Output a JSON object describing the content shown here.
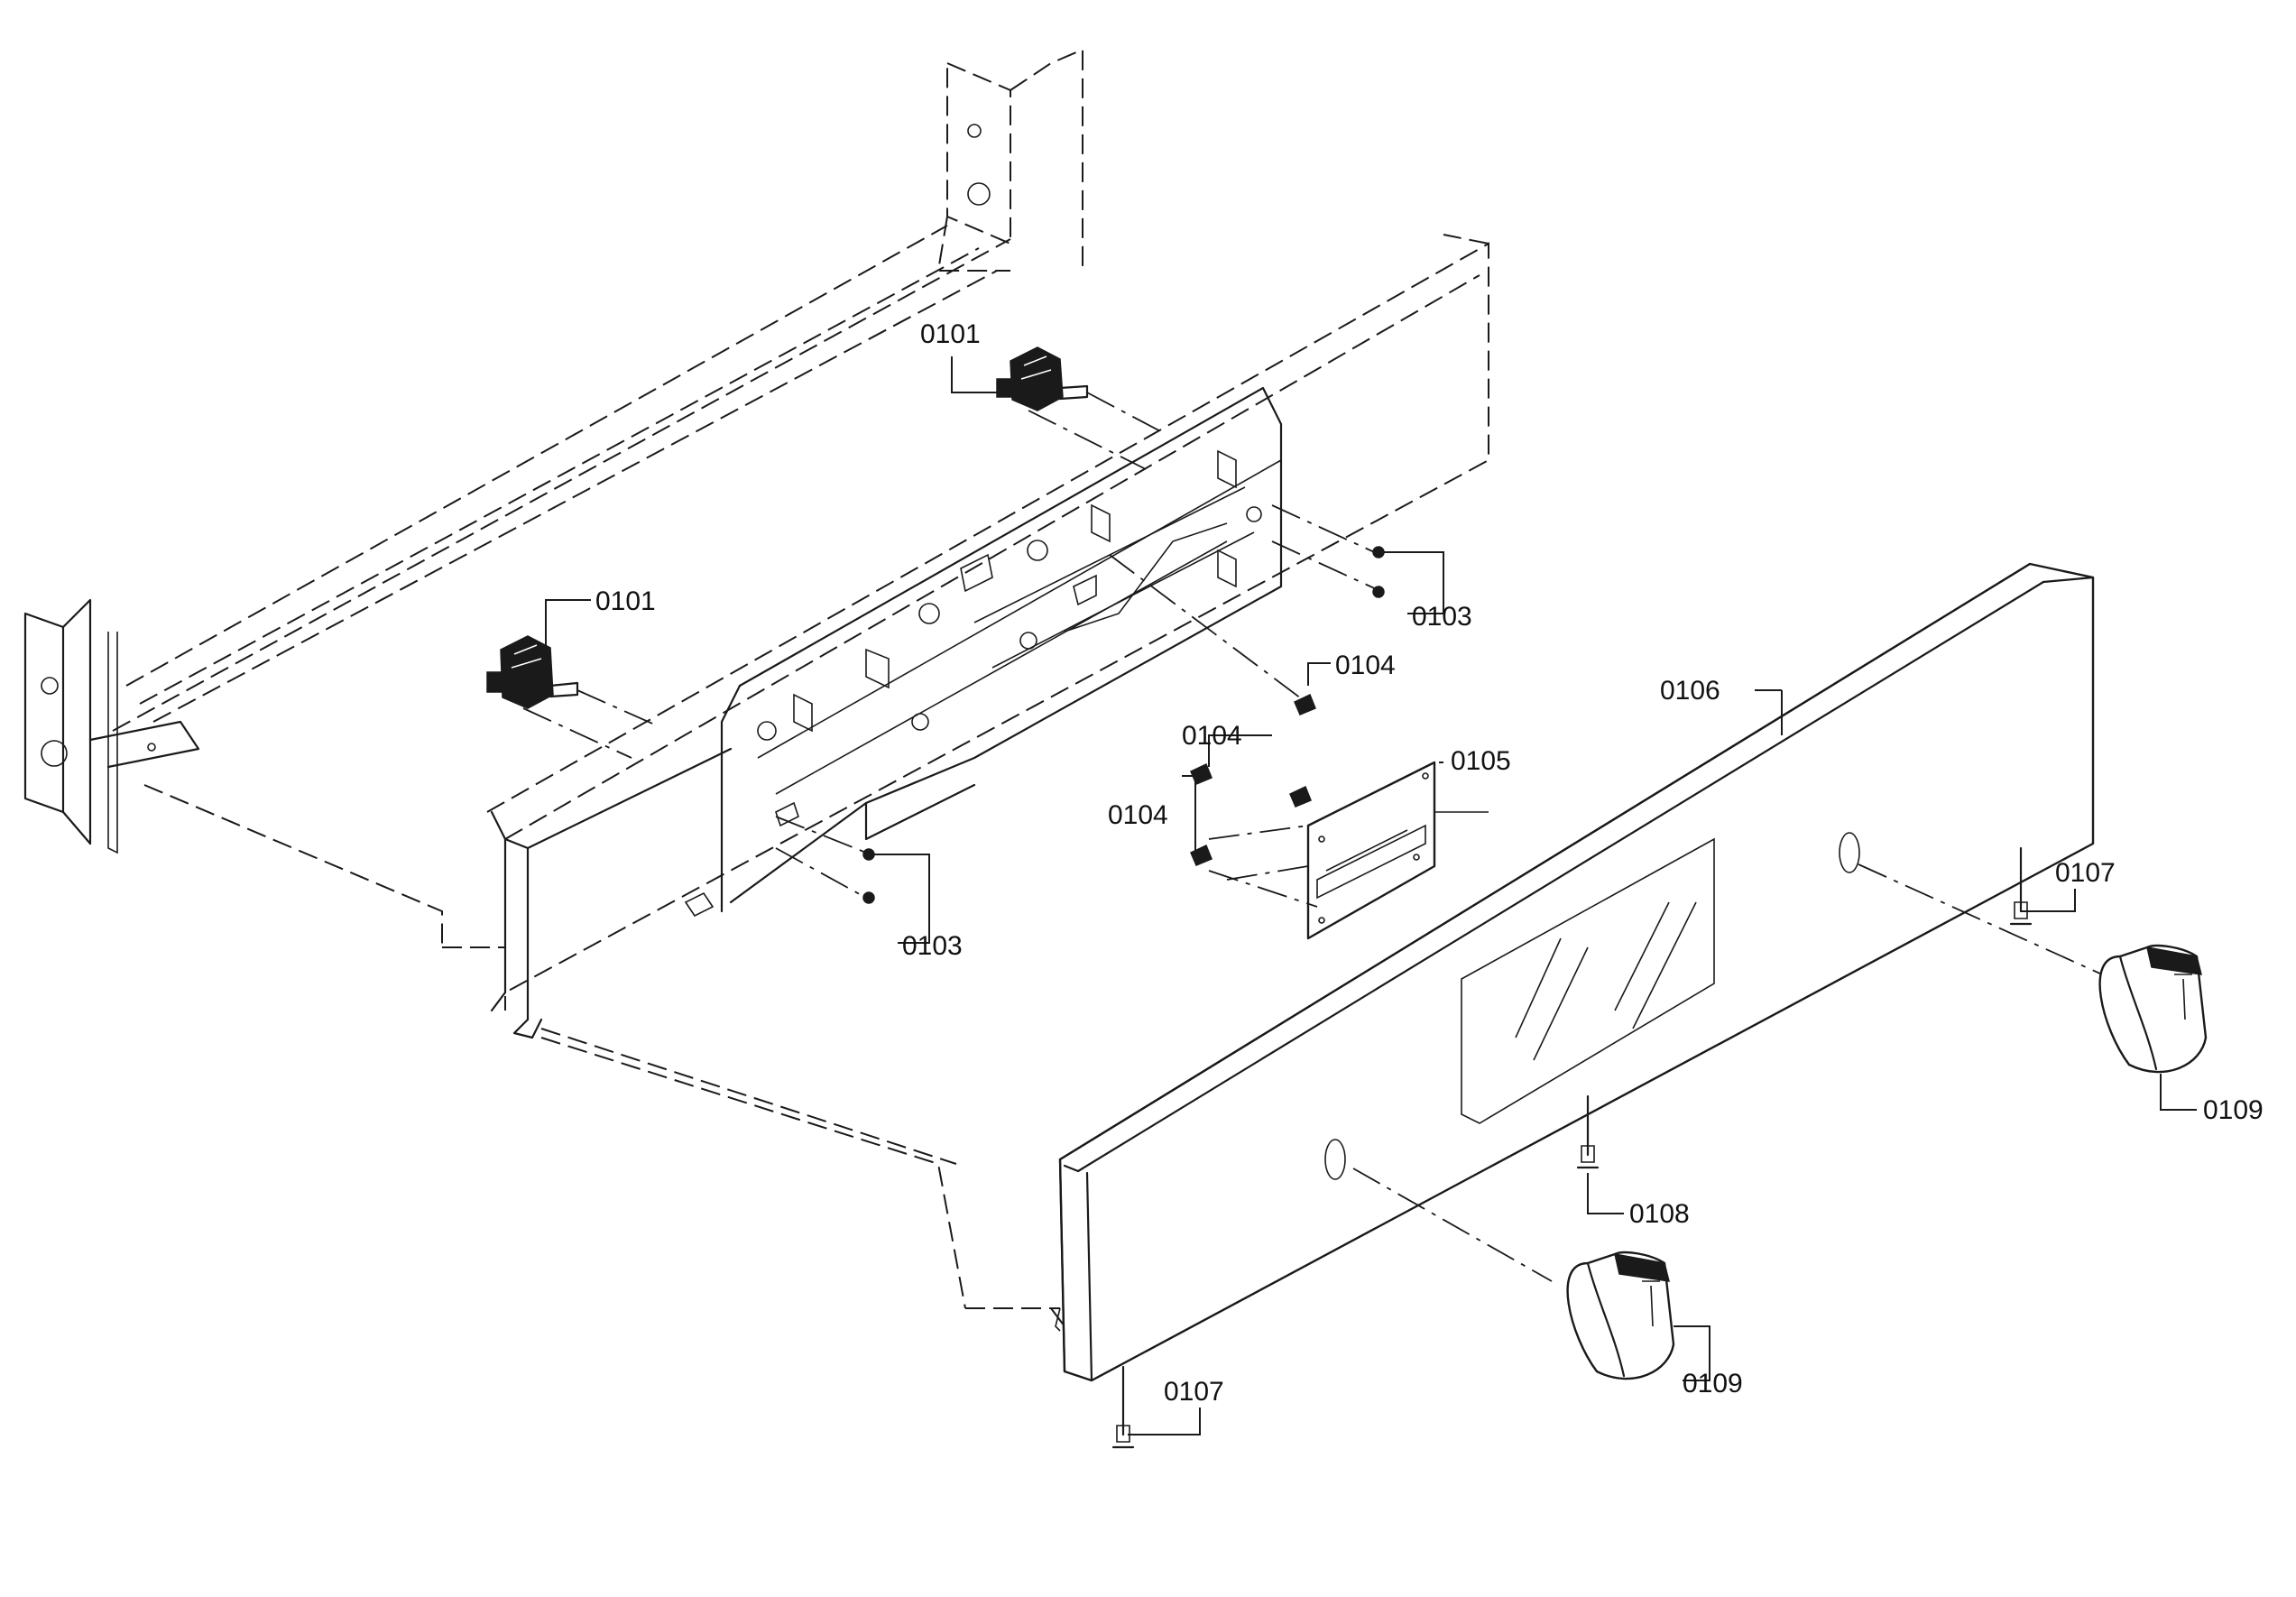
{
  "callouts": {
    "c1": "0101",
    "c2": "0101",
    "c3": "0103",
    "c4": "0103",
    "c5": "0104",
    "c6": "0104",
    "c7": "0104",
    "c8": "0105",
    "c9": "0106",
    "c10": "0107",
    "c11": "0107",
    "c12": "0108",
    "c13": "0109",
    "c14": "0109"
  },
  "colors": {
    "line": "#1a1a1a",
    "background": "#ffffff"
  }
}
